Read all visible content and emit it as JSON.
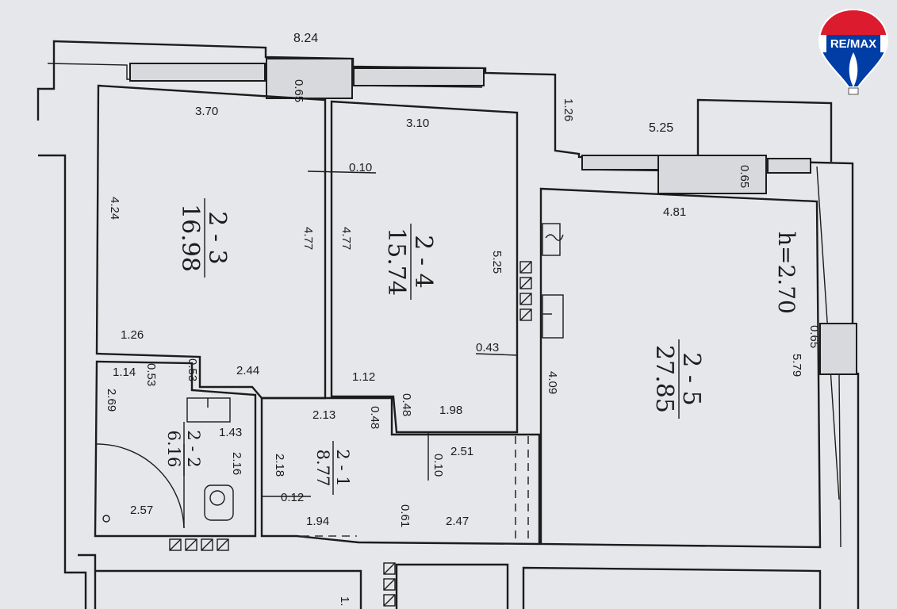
{
  "logo": {
    "text": "RE/MAX",
    "colors": {
      "red": "#dc1c2e",
      "blue": "#003da5",
      "white": "#ffffff"
    }
  },
  "height_label": "h=2.70",
  "rooms": {
    "r23": {
      "id": "2 - 3",
      "area": "16.98"
    },
    "r24": {
      "id": "2 - 4",
      "area": "15.74"
    },
    "r25": {
      "id": "2 - 5",
      "area": "27.85"
    },
    "r22": {
      "id": "2 - 2",
      "area": "6.16"
    },
    "r21": {
      "id": "2 - 1",
      "area": "8.77"
    }
  },
  "dims": {
    "top_total": "8.24",
    "win1": "0.65",
    "win2": "0.65",
    "win3": "0.65",
    "r23_width": "3.70",
    "r24_width": "3.10",
    "balcony_depth": "1.26",
    "balcony_width": "5.25",
    "r25_width": "4.81",
    "wall_gap": "0.10",
    "r23_left": "4.24",
    "r23_right": "4.77",
    "r24_left": "4.77",
    "r24_right": "5.25",
    "r25_right": "5.79",
    "r25_left": "4.09",
    "r24_step": "0.43",
    "r23_step": "1.26",
    "r23_bottom": "2.44",
    "r23_notch": "0.53",
    "bath_top": "1.14",
    "bath_notch": "0.53",
    "bath_left": "2.69",
    "bath_inner": "1.43",
    "bath_right": "2.16",
    "bath_bottom": "2.57",
    "r24_bottom_left": "1.12",
    "r24_notch": "0.48",
    "r24_bottom_right": "1.98",
    "hall_top": "2.13",
    "hall_notch": "0.48",
    "hall_left": "2.18",
    "hall_step": "0.12",
    "hall_bottom": "1.94",
    "hall_wall": "0.61",
    "hall_right_bottom": "2.47",
    "hall_right_top": "2.51",
    "hall_gap": "0.10",
    "cut_bottom": "1."
  }
}
